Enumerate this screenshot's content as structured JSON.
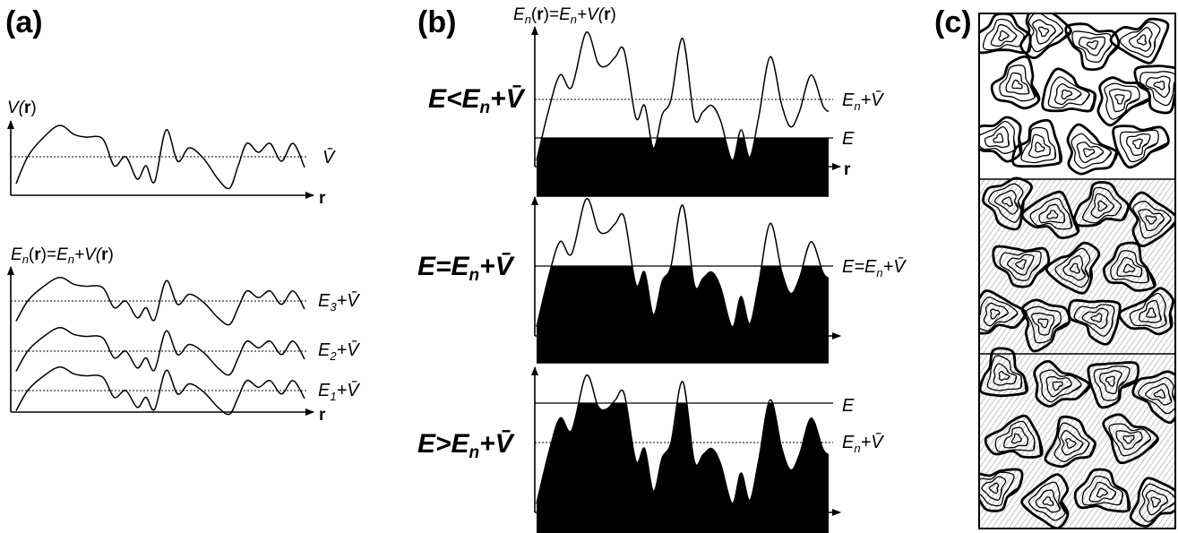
{
  "panels": {
    "a": {
      "label": "(a)",
      "top": {
        "ylabel_pre": "V(",
        "ylabel_bold": "r",
        "ylabel_post": ")",
        "level_label": "V̄",
        "xlabel": "r"
      },
      "bottom": {
        "ylabel": {
          "E": "E",
          "n": "n",
          "open": "(",
          "r": "r",
          "eq": ")=",
          "E2": "E",
          "n2": "n",
          "plus": "+V(",
          "r2": "r",
          "close": ")"
        },
        "levels": [
          {
            "E": "E",
            "sub": "3",
            "rest": "+V̄"
          },
          {
            "E": "E",
            "sub": "2",
            "rest": "+V̄"
          },
          {
            "E": "E",
            "sub": "1",
            "rest": "+V̄"
          }
        ],
        "xlabel": "r"
      }
    },
    "b": {
      "label": "(b)",
      "ylabel": {
        "E": "E",
        "n": "n",
        "open": "(",
        "r": "r",
        "eq": ")=",
        "E2": "E",
        "n2": "n",
        "plus": "+V(",
        "r2": "r",
        "close": ")"
      },
      "xlabel": "r",
      "rows": [
        {
          "cond": {
            "E": "E<E",
            "n": "n",
            "rest": "+V̄"
          },
          "labels": [
            {
              "E": "E",
              "n": "n",
              "rest": "+V̄"
            },
            {
              "E": "E",
              "n": "",
              "rest": ""
            }
          ]
        },
        {
          "cond": {
            "E": "E=E",
            "n": "n",
            "rest": "+V̄"
          },
          "labels": [
            {
              "E": "E=E",
              "n": "n",
              "rest": "+V̄"
            }
          ]
        },
        {
          "cond": {
            "E": "E>E",
            "n": "n",
            "rest": "+V̄"
          },
          "labels": [
            {
              "E": "E",
              "n": "",
              "rest": ""
            },
            {
              "E": "E",
              "n": "n",
              "rest": "+V̄"
            }
          ]
        }
      ]
    },
    "c": {
      "label": "(c)"
    }
  },
  "colors": {
    "ink": "#000000",
    "background": "#ffffff",
    "hatch": "#8a8a8a"
  }
}
